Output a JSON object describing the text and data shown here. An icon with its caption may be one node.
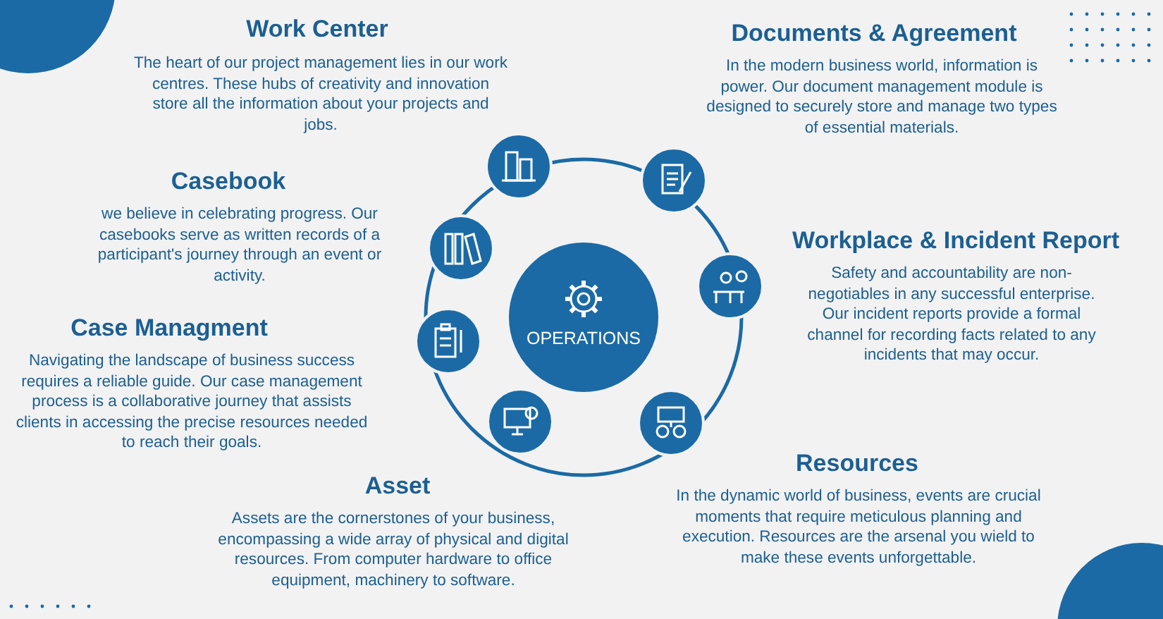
{
  "diagram": {
    "nodes": [
      {
        "text": [
          "OPERATIONS"
        ]
      }
    ],
    "labels": [
      "Work Center",
      "The heart of our project management lies in our work centres. These hubs of creativity and innovation store all the information about your projects and jobs.",
      "Documents & Agreement",
      "In the modern business world, information is power. Our document management module is designed to securely store and manage two types of essential materials.",
      "Casebook",
      "we believe in celebrating progress. Our casebooks serve as written records of a participant's journey through an event or activity.",
      "Workplace & Incident Report",
      "Safety and accountability are non-negotiables in any successful enterprise. Our incident reports provide a formal channel for recording facts related to any incidents that may occur.",
      "Case Managment",
      "Navigating the landscape of business success requires a reliable guide. Our case management process is a collaborative journey that assists clients in accessing the precise resources needed to reach their goals.",
      "Resources",
      "In the dynamic world of business, events are crucial moments that require meticulous planning and execution. Resources are the arsenal you wield to make these events unforgettable.",
      "Asset",
      "Assets are the cornerstones of your business, encompassing a wide array of physical and digital resources. From computer hardware to office equipment, machinery to software."
    ]
  }
}
